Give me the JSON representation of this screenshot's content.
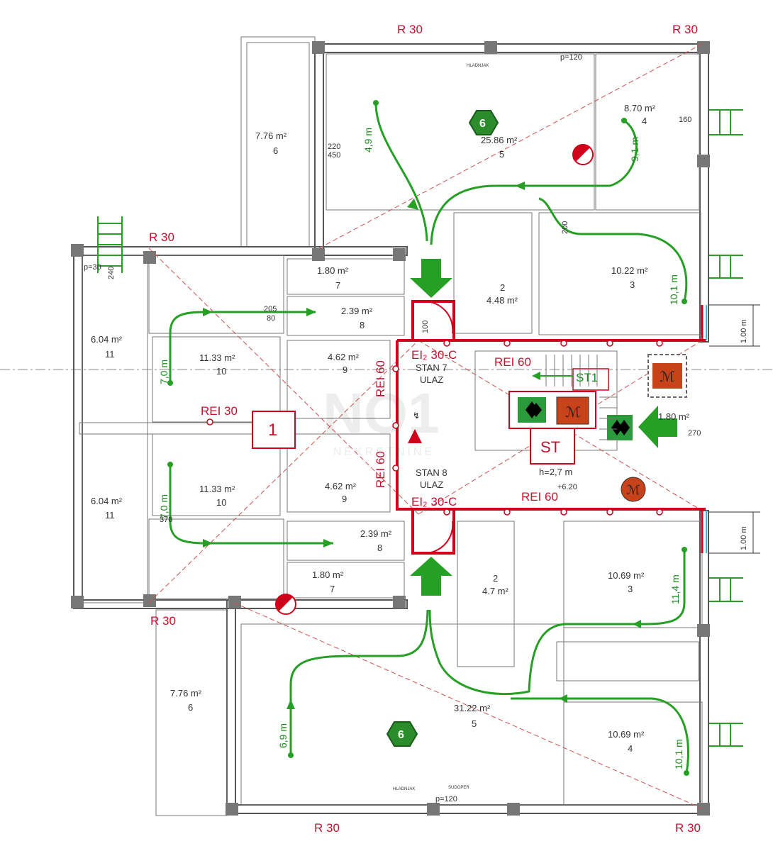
{
  "labels": {
    "r30": "R 30",
    "rei30": "REI 30",
    "rei60": "REI 60",
    "ei30c": "EI₂ 30-C",
    "st": "ST",
    "st1": "ST1",
    "hex6": "6",
    "box1": "1",
    "height": "h=2,7 m",
    "level": "+6.20",
    "one_m": "1.00 m",
    "stan7": "STAN 7",
    "stan8": "STAN 8",
    "ulaz": "ULAZ",
    "kitchen_fridge": "HLADNJAK",
    "sink_label": "SUDOPER",
    "watermark": "NO1",
    "watermark_sub": "NEKRETNINE"
  },
  "rooms": [
    {
      "area": "7.76 m²",
      "num": "6"
    },
    {
      "area": "25.86 m²",
      "num": "5"
    },
    {
      "area": "8.70 m²",
      "num": "4"
    },
    {
      "area": "10.22 m²",
      "num": "3"
    },
    {
      "area": "4.48 m²",
      "num": "2"
    },
    {
      "area": "1.80 m²",
      "num": "7"
    },
    {
      "area": "2.39 m²",
      "num": "8"
    },
    {
      "area": "6.04 m²",
      "num": "11"
    },
    {
      "area": "11.33 m²",
      "num": "10"
    },
    {
      "area": "4.62 m²",
      "num": "9"
    },
    {
      "area": "4.62 m²",
      "num": "9"
    },
    {
      "area": "11.33 m²",
      "num": "10"
    },
    {
      "area": "6.04 m²",
      "num": "11"
    },
    {
      "area": "2.39 m²",
      "num": "8"
    },
    {
      "area": "1.80 m²",
      "num": "7"
    },
    {
      "area": "4.7 m²",
      "num": "2"
    },
    {
      "area": "10.69 m²",
      "num": "3"
    },
    {
      "area": "31.22 m²",
      "num": "5"
    },
    {
      "area": "10.69 m²",
      "num": "4"
    },
    {
      "area": "7.76 m²",
      "num": "6"
    },
    {
      "area": "1.80 m²",
      "num": ""
    }
  ],
  "distances": [
    "4,9 m",
    "9,1 m",
    "10,1 m",
    "7,0 m",
    "7,0 m",
    "11,4 m",
    "6,9 m",
    "10,1 m"
  ],
  "dims": [
    "220",
    "450",
    "205",
    "80",
    "100",
    "160",
    "240",
    "270",
    "p=30",
    "p=120",
    "378",
    "200",
    "p=120"
  ]
}
